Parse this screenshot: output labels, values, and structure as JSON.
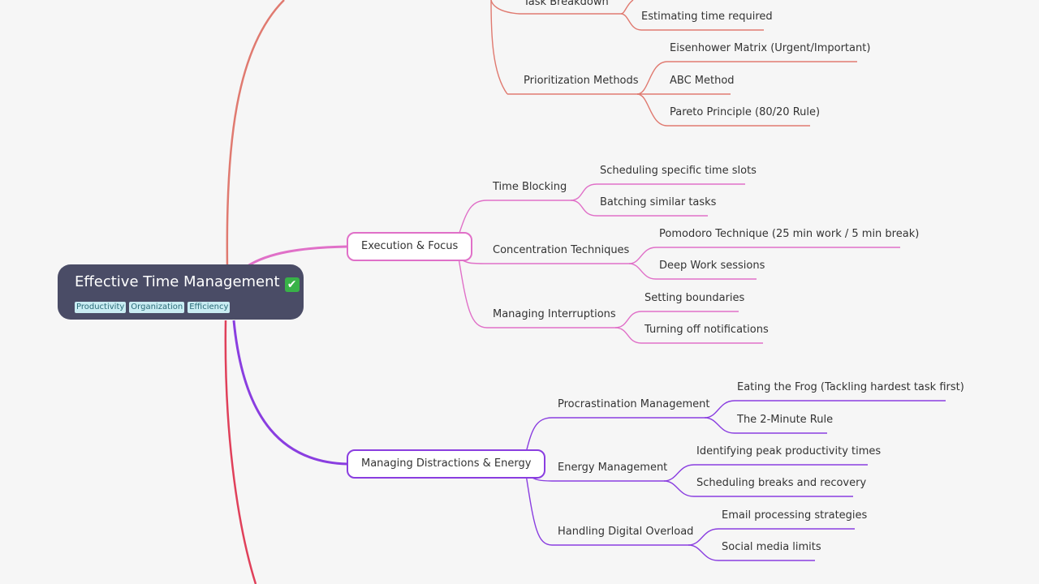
{
  "root": {
    "title": "Effective Time Management",
    "status_icon": "check-mark-icon",
    "tags": [
      "Productivity",
      "Organization",
      "Efficiency"
    ],
    "colors": {
      "node_bg": "#4a4c66",
      "tag_bg": "#c9ecf2"
    }
  },
  "branches": [
    {
      "label": "Execution & Focus",
      "color": "#e070c8",
      "topics": [
        {
          "label": "Time Blocking",
          "subtopics": [
            "Scheduling specific time slots",
            "Batching similar tasks"
          ]
        },
        {
          "label": "Concentration Techniques",
          "subtopics": [
            "Pomodoro Technique (25 min work / 5 min break)",
            "Deep Work sessions"
          ]
        },
        {
          "label": "Managing Interruptions",
          "subtopics": [
            "Setting boundaries",
            "Turning off notifications"
          ]
        }
      ]
    },
    {
      "label": "Managing Distractions & Energy",
      "color": "#8a3ee0",
      "topics": [
        {
          "label": "Procrastination Management",
          "subtopics": [
            "Eating the Frog (Tackling hardest task first)",
            "The 2-Minute Rule"
          ]
        },
        {
          "label": "Energy Management",
          "subtopics": [
            "Identifying peak productivity times",
            "Scheduling breaks and recovery"
          ]
        },
        {
          "label": "Handling Digital Overload",
          "subtopics": [
            "Email processing strategies",
            "Social media limits"
          ]
        }
      ]
    }
  ],
  "partial_top": {
    "color": "#e07a70",
    "topics": [
      {
        "label": "Task Breakdown",
        "subtopics": [
          "Estimating time required"
        ]
      },
      {
        "label": "Prioritization Methods",
        "subtopics": [
          "Eisenhower Matrix (Urgent/Important)",
          "ABC Method",
          "Pareto Principle (80/20 Rule)"
        ]
      }
    ]
  }
}
